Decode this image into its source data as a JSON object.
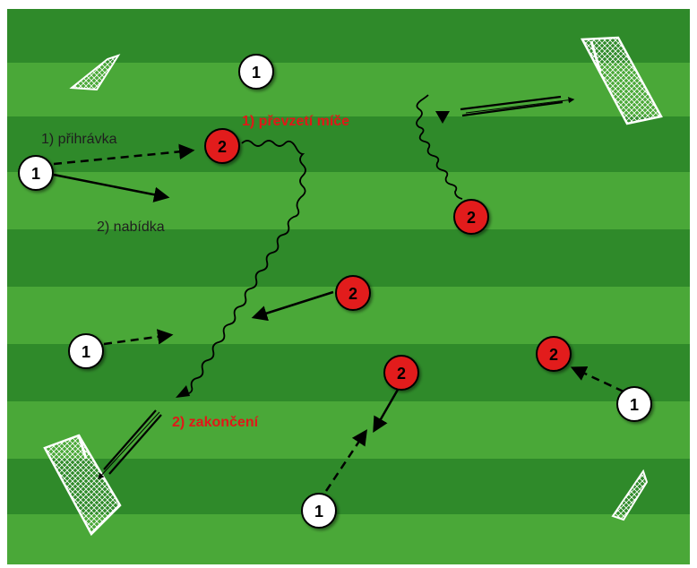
{
  "diagram": {
    "pitch_colors": {
      "dark": "#2f8a2a",
      "light": "#4aa838",
      "border": "#ffffff"
    },
    "player_colors": {
      "team1_fill": "#ffffff",
      "team1_text": "#000000",
      "team2_fill": "#e21a1a",
      "team2_text": "#000000"
    },
    "labels": {
      "pass": "1) přihrávka",
      "offer": "2) nabídka",
      "receive": "1) převzetí míče",
      "finish": "2) zakončení"
    },
    "players": {
      "p1_top": "1",
      "p1_left": "1",
      "p1_mid_left": "1",
      "p1_bottom": "1",
      "p1_right": "1",
      "p2_top": "2",
      "p2_top_right": "2",
      "p2_mid": "2",
      "p2_center": "2",
      "p2_right": "2"
    }
  }
}
